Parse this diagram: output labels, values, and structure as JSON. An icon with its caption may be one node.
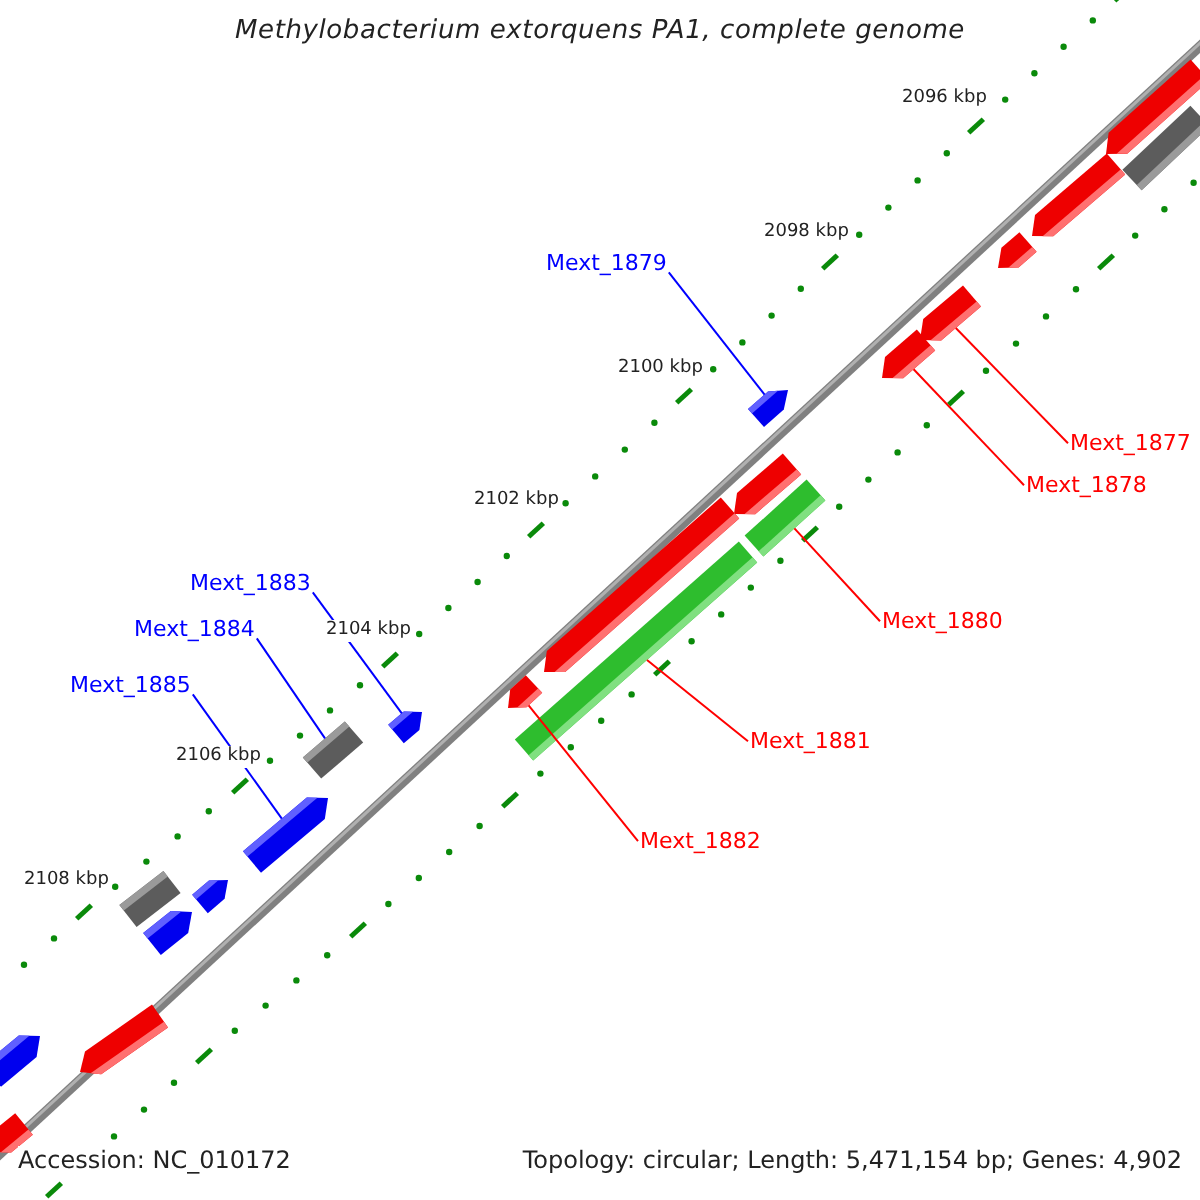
{
  "diagram": {
    "title": "Methylobacterium extorquens PA1, complete genome",
    "nodes": [
      {
        "text": [
          "Mext_1877"
        ]
      },
      {
        "text": [
          "Mext_1878"
        ]
      },
      {
        "text": [
          "Mext_1879"
        ]
      },
      {
        "text": [
          "Mext_1880"
        ]
      },
      {
        "text": [
          "Mext_1881"
        ]
      },
      {
        "text": [
          "Mext_1882"
        ]
      },
      {
        "text": [
          "Mext_1883"
        ]
      },
      {
        "text": [
          "Mext_1884"
        ]
      },
      {
        "text": [
          "Mext_1885"
        ]
      },
      {
        "text": [],
        "shape": "arrow"
      },
      {
        "text": [],
        "shape": "bar"
      },
      {
        "text": [],
        "shape": "arrow"
      },
      {
        "text": [],
        "shape": "arrow"
      },
      {
        "text": [],
        "shape": "arrow"
      },
      {
        "text": [],
        "shape": "arrow"
      },
      {
        "text": [],
        "shape": "arrow"
      },
      {
        "text": [],
        "shape": "arrow"
      },
      {
        "text": [],
        "shape": "bar"
      },
      {
        "text": [],
        "shape": "arrow"
      },
      {
        "text": [],
        "shape": "bar"
      },
      {
        "text": [],
        "shape": "arrow"
      },
      {
        "text": [],
        "shape": "arrow"
      },
      {
        "text": [],
        "shape": "bar"
      },
      {
        "text": [],
        "shape": "arrow"
      },
      {
        "text": [],
        "shape": "arrow"
      },
      {
        "text": [],
        "shape": "bar"
      },
      {
        "text": [],
        "shape": "arrow"
      },
      {
        "text": [],
        "shape": "arrow"
      },
      {
        "text": [],
        "shape": "arrow"
      },
      {
        "text": [],
        "shape": "arrow"
      }
    ],
    "edges": [
      {
        "from": 0,
        "to": 13,
        "arrow": "none"
      },
      {
        "from": 1,
        "to": 14,
        "arrow": "none"
      },
      {
        "from": 2,
        "to": 15,
        "arrow": "none",
        "color": "#0000ff"
      },
      {
        "from": 3,
        "to": 17,
        "arrow": "none"
      },
      {
        "from": 4,
        "to": 19,
        "arrow": "none"
      },
      {
        "from": 5,
        "to": 20,
        "arrow": "none"
      },
      {
        "from": 6,
        "to": 21,
        "arrow": "none",
        "color": "#0000ff"
      },
      {
        "from": 7,
        "to": 22,
        "arrow": "none",
        "color": "#0000ff"
      },
      {
        "from": 8,
        "to": 23,
        "arrow": "none",
        "color": "#0000ff"
      }
    ],
    "labels": [
      "2096 kbp",
      "2098 kbp",
      "2100 kbp",
      "2102 kbp",
      "2104 kbp",
      "2106 kbp",
      "2108 kbp",
      "Accession: NC_010172",
      "Topology: circular; Length: 5,471,154 bp; Genes: 4,902"
    ]
  }
}
